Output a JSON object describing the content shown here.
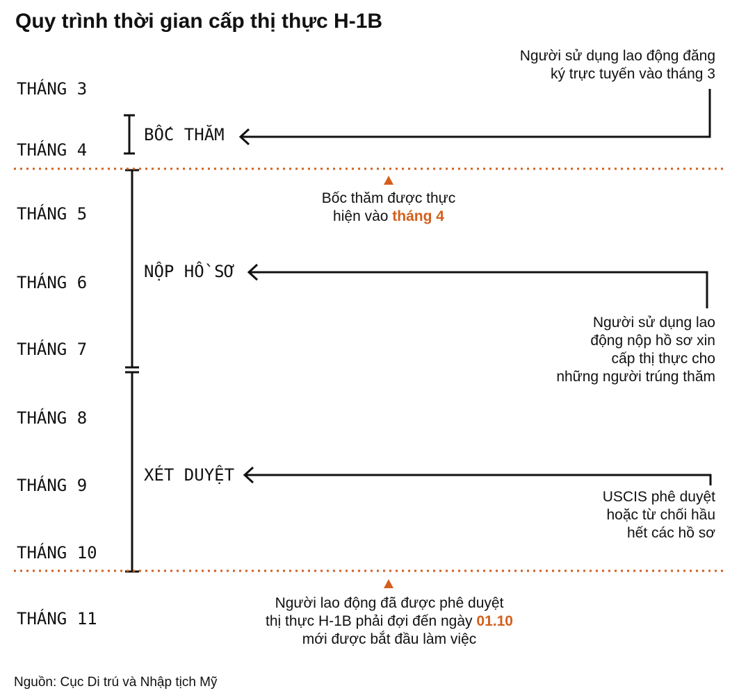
{
  "title": "Quy trình thời gian cấp thị thực H-1B",
  "months": [
    "THÁNG 3",
    "THÁNG 4",
    "THÁNG 5",
    "THÁNG 6",
    "THÁNG 7",
    "THÁNG 8",
    "THÁNG 9",
    "THÁNG 10",
    "THÁNG 11"
  ],
  "stages": {
    "lottery": "BỐC THĂM",
    "filing": "NỘP HỒ SƠ",
    "review": "XÉT DUYỆT"
  },
  "notes": {
    "registration": [
      "Người sử dụng lao động đăng",
      "ký trực tuyến vào tháng 3"
    ],
    "lottery_line1": "Bốc thăm được thực",
    "lottery_line2_prefix": "hiện vào ",
    "lottery_line2_highlight": "tháng 4",
    "filing": [
      "Người sử dụng lao",
      "động nộp hồ sơ xin",
      "cấp thị thực cho",
      "những người trúng thăm"
    ],
    "review": [
      "USCIS phê duyệt",
      "hoặc từ chối hầu",
      "hết các hồ sơ"
    ],
    "start_line1": "Người lao động đã được phê duyệt",
    "start_line2_prefix": "thị thực H-1B phải đợi đến ngày ",
    "start_line2_highlight": "01.10",
    "start_line3": "mới được bắt đầu làm việc"
  },
  "source": "Nguồn: Cục Di trú và Nhập tịch Mỹ",
  "colors": {
    "accent": "#d35f1c",
    "line": "#111111",
    "background": "#ffffff"
  }
}
